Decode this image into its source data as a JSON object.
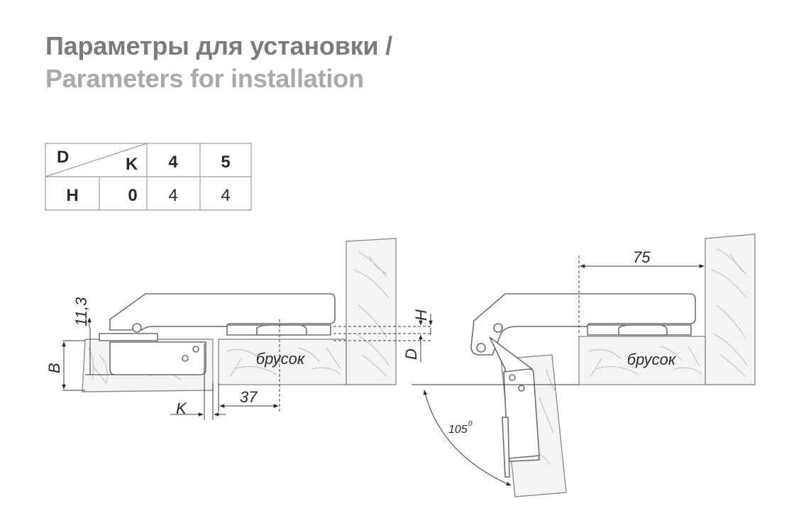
{
  "title": {
    "ru": "Параметры для установки /",
    "en": "Parameters for installation"
  },
  "table": {
    "corner_left": "D",
    "corner_right": "K",
    "col_headers": [
      "4",
      "5"
    ],
    "row_label": "H",
    "row_key": "0",
    "row_values": [
      "4",
      "4"
    ]
  },
  "left_drawing": {
    "dim_vertical": "11,3",
    "dim_b": "B",
    "dim_k": "K",
    "dim_37": "37",
    "dim_d": "D",
    "dim_h": "H",
    "block_label": "брусок"
  },
  "right_drawing": {
    "dim_75": "75",
    "block_label": "брусок",
    "angle": "105",
    "angle_unit": "0"
  }
}
